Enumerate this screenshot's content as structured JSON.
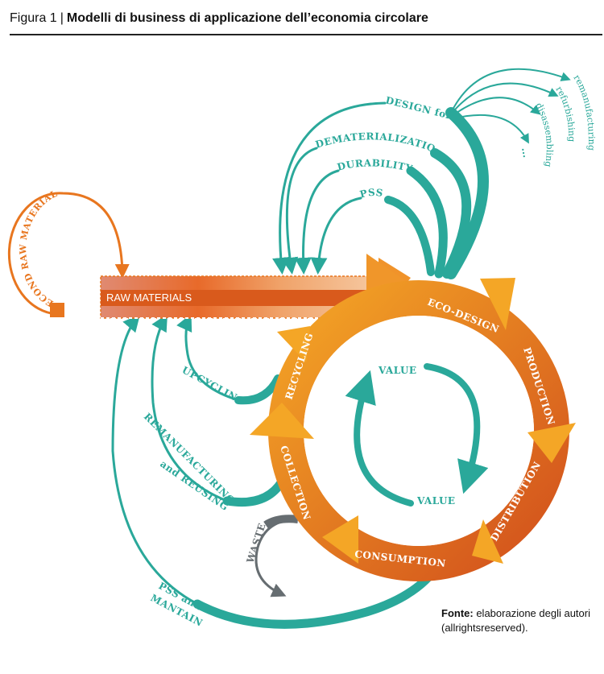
{
  "header": {
    "figure_number": "Figura 1",
    "title": "Modelli di business di applicazione dell’economia circolare"
  },
  "diagram": {
    "raw_materials": "RAW MATERIALS",
    "second_raw_materials": "SECOND RAW MATERIALS",
    "cycle_stages": [
      "ECO-DESIGN",
      "PRODUCTION",
      "DISTRIBUTION",
      "CONSUMPTION",
      "COLLECTION",
      "RECYCLING"
    ],
    "inner_cycle": [
      "VALUE",
      "VALUE"
    ],
    "design_for": "DESIGN for",
    "design_for_options": [
      "remanufacturing",
      "refurbishing",
      "disassembling",
      "..."
    ],
    "design_strategies": [
      "DEMATERIALIZATION",
      "DURABILITY",
      "PSS"
    ],
    "return_loops": [
      "UPCYCLING",
      "REMANUFACTURING",
      "and REUSING",
      "PSS and",
      "MANTAIN"
    ],
    "waste": "WASTE",
    "colors": {
      "teal": "#2aa89a",
      "orange_light": "#f2a12a",
      "orange_dark": "#d24f1c",
      "raw_materials_pink": "#e8a08a",
      "waste_grey": "#666d71"
    }
  },
  "source": {
    "label": "Fonte:",
    "text": " elaborazione degli autori (allrightsreserved)."
  }
}
